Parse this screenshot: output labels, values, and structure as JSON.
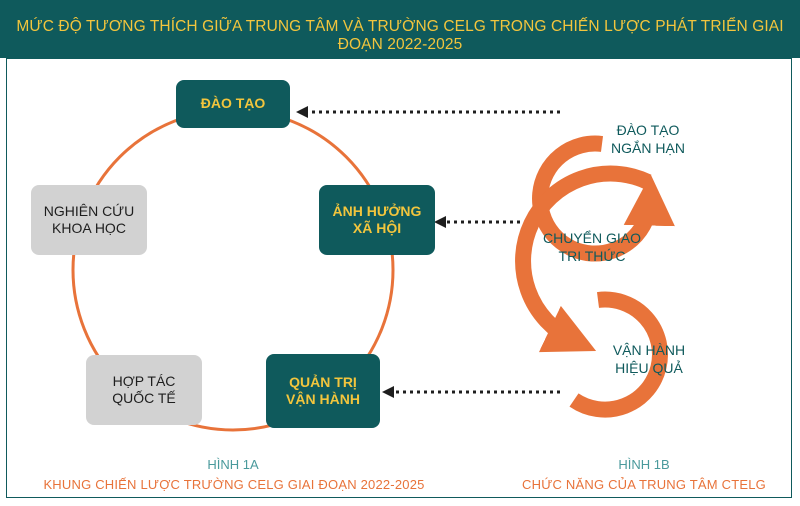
{
  "banner": {
    "title": "MỨC ĐỘ TƯƠNG THÍCH GIỮA TRUNG TÂM VÀ TRƯỜNG CELG TRONG CHIẾN LƯỢC PHÁT TRIỂN GIAI ĐOẠN 2022-2025"
  },
  "figure_a": {
    "nodes": {
      "dao_tao": "ĐÀO TẠO",
      "anh_huong": "ẢNH HƯỞNG\nXÃ HỘI",
      "quan_tri": "QUẢN TRỊ\nVẬN HÀNH",
      "hop_tac": "HỢP TÁC\nQUỐC TẾ",
      "nghien_cuu": "NGHIÊN CỨU\nKHOA HỌC"
    },
    "caption_label": "HÌNH 1A",
    "caption_title": "KHUNG CHIẾN LƯỢC TRƯỜNG CELG GIAI ĐOẠN 2022-2025"
  },
  "figure_b": {
    "functions": {
      "short_training": "ĐÀO TẠO\nNGẮN HẠN",
      "knowledge_transfer": "CHUYỂN GIAO\nTRI THỨC",
      "operations": "VẬN HÀNH\nHIỆU QUẢ"
    },
    "caption_label": "HÌNH 1B",
    "caption_title": "CHỨC NĂNG CỦA TRUNG TÂM CTELG"
  },
  "colors": {
    "teal": "#0f5a5c",
    "gold": "#f2c53d",
    "orange": "#e8733a",
    "grey": "#d2d2d2"
  }
}
